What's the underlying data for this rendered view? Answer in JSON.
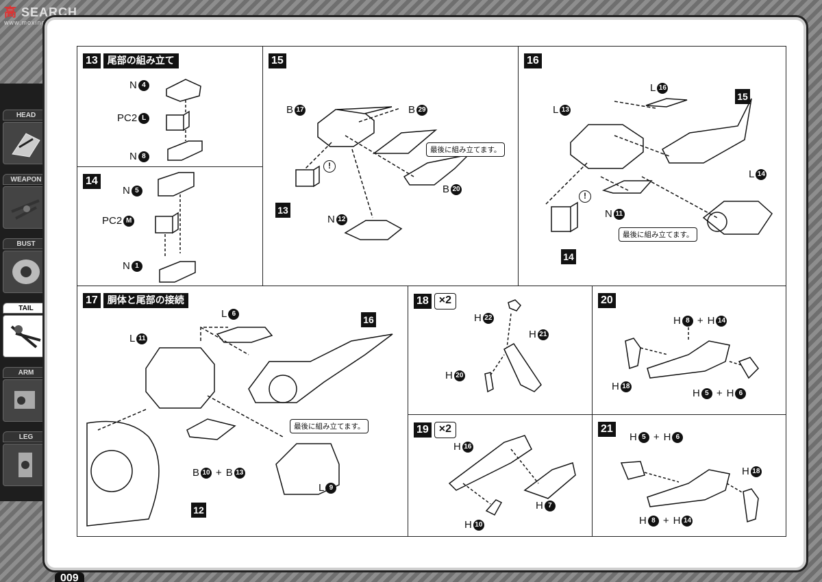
{
  "watermark": {
    "logo": "高",
    "text": "SEARCH",
    "sub": "www.moxing.net"
  },
  "page_number": "009",
  "sidebar": {
    "tabs": [
      {
        "label": "HEAD",
        "icon": "head-part-icon"
      },
      {
        "label": "WEAPON",
        "icon": "weapon-part-icon"
      },
      {
        "label": "BUST",
        "icon": "bust-part-icon"
      },
      {
        "label": "TAIL",
        "icon": "tail-part-icon"
      },
      {
        "label": "ARM",
        "icon": "arm-part-icon"
      },
      {
        "label": "LEG",
        "icon": "leg-part-icon"
      }
    ],
    "active": "TAIL"
  },
  "steps": {
    "s13": {
      "num": "13",
      "title": "尾部の組み立て",
      "labels": {
        "n4": "N",
        "n4d": "4",
        "pc2l": "PC2",
        "pc2ld": "L",
        "n8": "N",
        "n8d": "8"
      }
    },
    "s14": {
      "num": "14",
      "labels": {
        "n5": "N",
        "n5d": "5",
        "pc2m": "PC2",
        "pc2md": "M",
        "n1": "N",
        "n1d": "1"
      }
    },
    "s15": {
      "num": "15",
      "labels": {
        "b17": "B",
        "b17d": "17",
        "b29": "B",
        "b29d": "29",
        "b20": "B",
        "b20d": "20",
        "n12": "N",
        "n12d": "12"
      },
      "note": "最後に組み立てます。",
      "ref": "13",
      "warn": "!"
    },
    "s16": {
      "num": "16",
      "labels": {
        "l16": "L",
        "l16d": "16",
        "l13": "L",
        "l13d": "13",
        "l14": "L",
        "l14d": "14",
        "n11": "N",
        "n11d": "11"
      },
      "note": "最後に組み立てます。",
      "ref_a": "15",
      "ref_b": "14",
      "warn": "!"
    },
    "s17": {
      "num": "17",
      "title": "胴体と尾部の接続",
      "labels": {
        "l6": "L",
        "l6d": "6",
        "l11": "L",
        "l11d": "11",
        "b10": "B",
        "b10d": "10",
        "plus": "+",
        "b13": "B",
        "b13d": "13",
        "l9": "L",
        "l9d": "9"
      },
      "note": "最後に組み立てます。",
      "ref_a": "16",
      "ref_b": "12"
    },
    "s18": {
      "num": "18",
      "mult": "×2",
      "labels": {
        "h22": "H",
        "h22d": "22",
        "h21": "H",
        "h21d": "21",
        "h20": "H",
        "h20d": "20"
      }
    },
    "s19": {
      "num": "19",
      "mult": "×2",
      "labels": {
        "h16": "H",
        "h16d": "16",
        "h7": "H",
        "h7d": "7",
        "h10": "H",
        "h10d": "10"
      }
    },
    "s20": {
      "num": "20",
      "labels": {
        "h8": "H",
        "h8d": "8",
        "plus": "+",
        "h14": "H",
        "h14d": "14",
        "h18": "H",
        "h18d": "18",
        "h5": "H",
        "h5d": "5",
        "h6": "H",
        "h6d": "6"
      }
    },
    "s21": {
      "num": "21",
      "labels": {
        "h5": "H",
        "h5d": "5",
        "plus": "+",
        "h6": "H",
        "h6d": "6",
        "h18": "H",
        "h18d": "18",
        "h8": "H",
        "h8d": "8",
        "h14": "H",
        "h14d": "14"
      }
    }
  }
}
